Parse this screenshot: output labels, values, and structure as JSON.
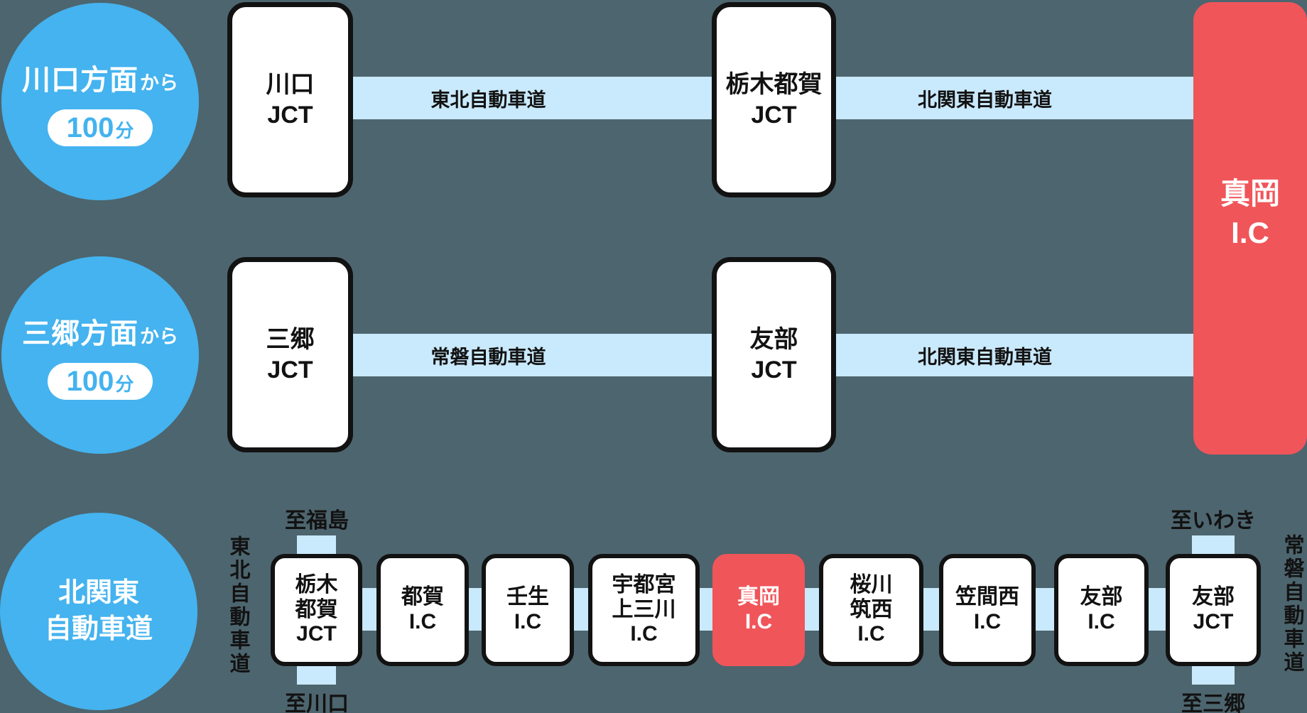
{
  "colors": {
    "background": "#4D656E",
    "accent_blue": "#44B3EF",
    "pale_blue": "#C9E9FC",
    "red": "#F0555A",
    "ink": "#121212",
    "white": "#FFFFFF"
  },
  "routes": [
    {
      "origin": "川口方面",
      "origin_suffix": "から",
      "time": "100",
      "time_unit": "分",
      "start_node": {
        "line1": "川口",
        "line2": "JCT"
      },
      "road1": "東北自動車道",
      "mid_node": {
        "line1": "栃木都賀",
        "line2": "JCT"
      },
      "road2": "北関東自動車道"
    },
    {
      "origin": "三郷方面",
      "origin_suffix": "から",
      "time": "100",
      "time_unit": "分",
      "start_node": {
        "line1": "三郷",
        "line2": "JCT"
      },
      "road1": "常磐自動車道",
      "mid_node": {
        "line1": "友部",
        "line2": "JCT"
      },
      "road2": "北関東自動車道"
    }
  ],
  "destination": {
    "line1": "真岡",
    "line2": "I.C"
  },
  "bottom_map": {
    "circle_line1": "北関東",
    "circle_line2": "自動車道",
    "left_road_vertical": "東北自動車道",
    "right_road_vertical": "常磐自動車道",
    "dir_top_left": "至福島",
    "dir_bottom_left": "至川口",
    "dir_top_right": "至いわき",
    "dir_bottom_right": "至三郷",
    "stations": [
      {
        "l1": "栃木",
        "l2": "都賀",
        "l3": "JCT"
      },
      {
        "l1": "都賀",
        "l2": "I.C"
      },
      {
        "l1": "壬生",
        "l2": "I.C"
      },
      {
        "l1": "宇都宮",
        "l2": "上三川",
        "l3": "I.C"
      },
      {
        "l1": "真岡",
        "l2": "I.C"
      },
      {
        "l1": "桜川",
        "l2": "筑西",
        "l3": "I.C"
      },
      {
        "l1": "笠間西",
        "l2": "I.C"
      },
      {
        "l1": "友部",
        "l2": "I.C"
      },
      {
        "l1": "友部",
        "l2": "JCT"
      }
    ]
  }
}
